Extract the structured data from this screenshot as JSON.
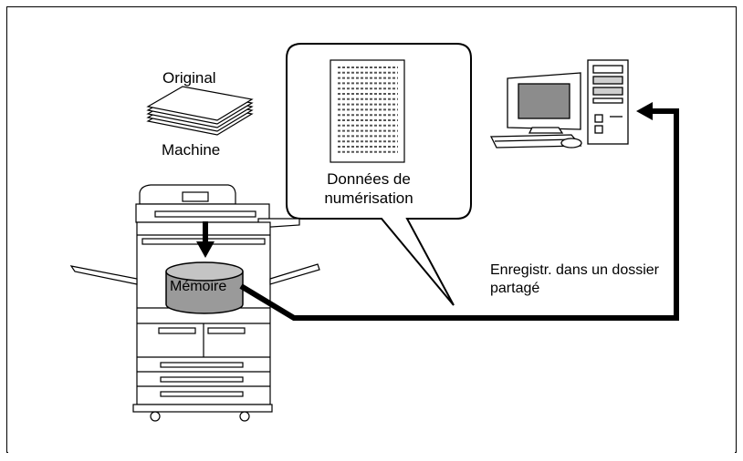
{
  "labels": {
    "original": "Original",
    "machine": "Machine",
    "scan_data": "Données de numérisation",
    "memory": "Mémoire",
    "save_shared_folder": "Enregistr. dans un dossier partagé"
  },
  "colors": {
    "line": "#000000",
    "memory_fill": "#9a9a9a",
    "memory_top": "#c4c4c4",
    "background": "#ffffff"
  },
  "icons": [
    "document-stack-icon",
    "scan-document-icon",
    "copier-machine-icon",
    "memory-cylinder-icon",
    "desktop-computer-icon",
    "arrow-icon"
  ]
}
